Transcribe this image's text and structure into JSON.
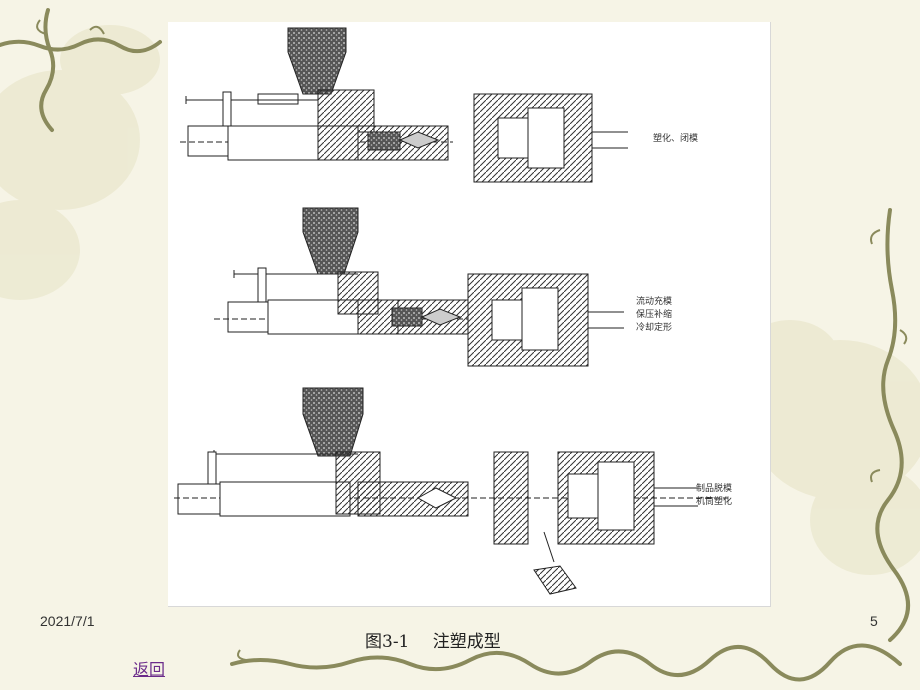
{
  "slide": {
    "date": "2021/7/1",
    "page_number": "5",
    "back_link": "返回"
  },
  "figure": {
    "caption_number": "图3-1",
    "caption_title": "注塑成型",
    "stage_labels": [
      "塑化、闭模",
      "流动充模\n保压补缩\n冷却定形",
      "制品脱模\n机筒塑化"
    ]
  },
  "colors": {
    "background": "#f6f4e6",
    "vine": "#8a8a5c",
    "link": "#6b2b8a"
  }
}
